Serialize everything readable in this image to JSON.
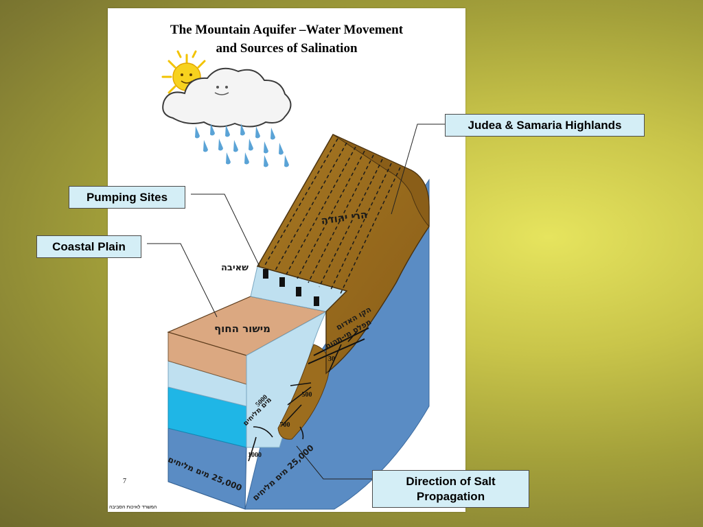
{
  "title": {
    "line1": "The Mountain Aquifer –Water Movement",
    "line2": "and Sources of Salination"
  },
  "callouts": {
    "highlands": "Judea & Samaria Highlands",
    "pumping": "Pumping Sites",
    "coastal": "Coastal Plain",
    "salt_line1": "Direction of Salt",
    "salt_line2": "Propagation"
  },
  "diagram_labels": {
    "judea_mountains": "הרי יהודה",
    "pumping_site": "שאיבה",
    "coastal_plain": "מישור החוף",
    "red_line": "הקו האדום",
    "sea_level_drop": "מפלס מי-תהום",
    "saline_5000": "5000",
    "saline_water_left": "מים מליחים",
    "saline_25000_left": "25,000 מים מליחים",
    "saline_25000_right": "25,000 מים מליחים",
    "value_1000": "1000",
    "value_700": "700",
    "value_500": "500",
    "value_30": "30"
  },
  "page_number": "7",
  "footer_credit": "המשרד לאיכות הסביבה",
  "colors": {
    "mountain_brown": "#9c6d1e",
    "plain_tan": "#dba881",
    "light_blue": "#bfe0f0",
    "cyan_layer": "#1fb6e6",
    "deep_blue": "#5a8cc4",
    "callout_fill": "#d4eef6"
  },
  "icons": [
    "sun-icon",
    "cloud-icon",
    "rain-drops-icon",
    "well-icon"
  ]
}
